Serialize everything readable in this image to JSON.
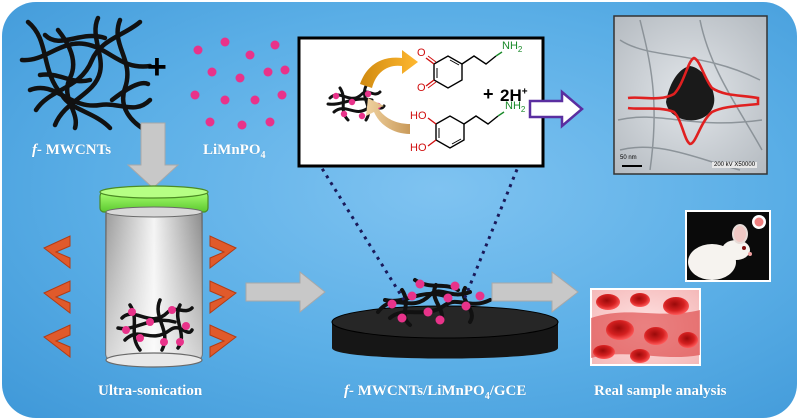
{
  "labels": {
    "mwcnt_prefix": "f-",
    "mwcnt_name": "MWCNTs",
    "limnpo4": "LiMnPO",
    "limnpo4_sub": "4",
    "ultrasonication": "Ultra-sonication",
    "electrode_prefix": "f-",
    "electrode_name": "MWCNTs/LiMnPO",
    "electrode_sub": "4",
    "electrode_suffix": "/GCE",
    "real_sample": "Real sample analysis",
    "plus": "+"
  },
  "reaction": {
    "protons": "2H",
    "protons_sup": "+",
    "nh2_top": "NH",
    "nh2_top_sub": "2",
    "nh2_bottom": "NH",
    "nh2_bottom_sub": "2",
    "o_top": "O",
    "o_bottom": "O",
    "ho_top": "HO",
    "ho_bottom": "HO"
  },
  "tem": {
    "scale_bar": "50 nm",
    "info": "200 kV  X50000"
  },
  "colors": {
    "panel": "#5aaee6",
    "arrow_gray": "#c8c8c8",
    "nanoparticle": "#e8338a",
    "chevron": "#e05a2b",
    "cap_green": "#7ee54a",
    "cv_curve": "#e02020",
    "hollow_arrow": "#5a2ea0"
  }
}
